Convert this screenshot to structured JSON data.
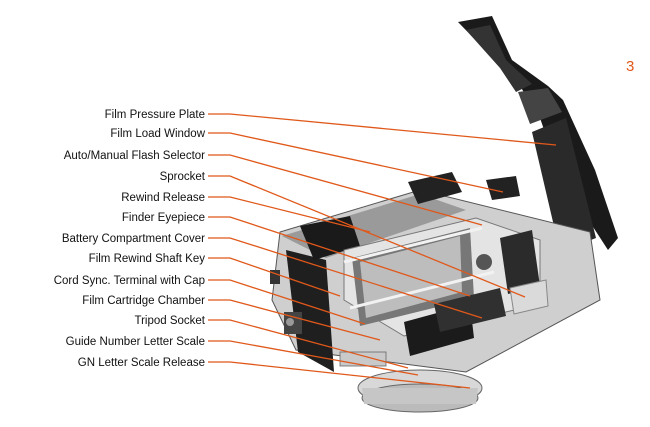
{
  "page_number": "3",
  "accent_color": "#e0581a",
  "labels": [
    "Film Pressure Plate",
    "Film Load Window",
    "Auto/Manual Flash Selector",
    "Sprocket",
    "Rewind Release",
    "Finder Eyepiece",
    "Battery Compartment Cover",
    "Film Rewind Shaft Key",
    "Cord Sync. Terminal with Cap",
    "Film Cartridge Chamber",
    "Tripod Socket",
    "Guide Number Letter Scale",
    "GN  Letter Scale Release"
  ]
}
